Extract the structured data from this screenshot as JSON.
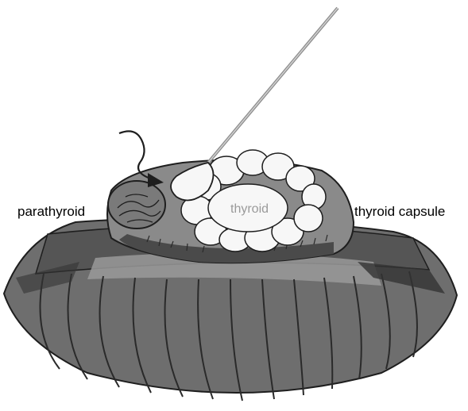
{
  "labels": {
    "parathyroid": "parathyroid",
    "thyroid": "thyroid",
    "thyroid_capsule": "thyroid capsule"
  },
  "colors": {
    "background": "#ffffff",
    "trachea_fill": "#6e6e6e",
    "trachea_dark": "#3f3f3f",
    "capsule_fill": "#8a8a8a",
    "capsule_dark": "#4a4a4a",
    "follicle_fill": "#f7f7f7",
    "outline": "#1e1e1e"
  },
  "icons": {
    "needle": "needle-icon",
    "arrow": "curved-arrow-icon"
  }
}
